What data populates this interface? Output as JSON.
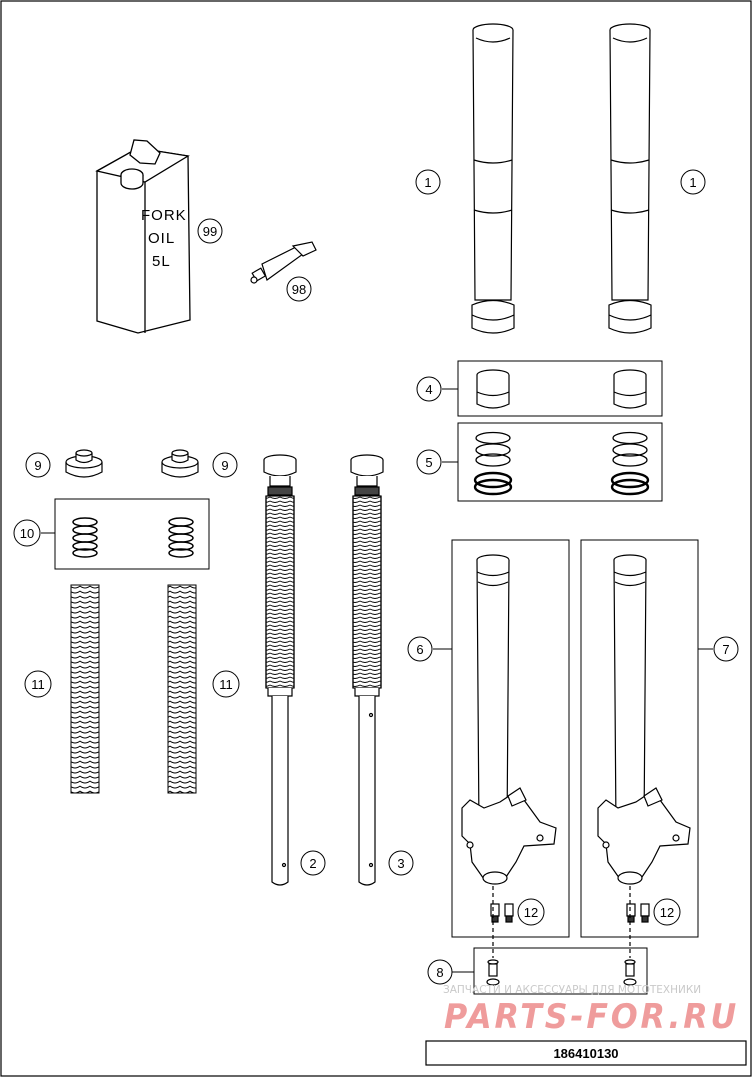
{
  "callouts": {
    "p1": "1",
    "p2": "2",
    "p3": "3",
    "p4": "4",
    "p5": "5",
    "p6": "6",
    "p7": "7",
    "p8": "8",
    "p9": "9",
    "p10": "10",
    "p11": "11",
    "p12": "12",
    "p98": "98",
    "p99": "99"
  },
  "oil_can": {
    "line1": "FORK",
    "line2": "OIL",
    "line3": "5L"
  },
  "watermark": {
    "top": "ЗАПЧАСТИ И АКСЕССУАРЫ ДЛЯ МОТОТЕХНИКИ",
    "brand": "PARTS-FOR.RU"
  },
  "diagram_code": "186410130",
  "colors": {
    "line": "#000000",
    "background": "#ffffff",
    "watermark_brand": "#ef9c9c",
    "watermark_text": "#c9c9c9"
  }
}
